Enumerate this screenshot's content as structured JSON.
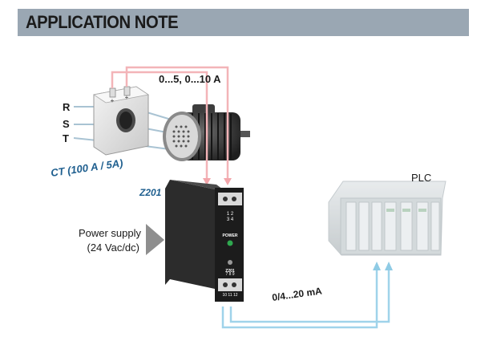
{
  "header": {
    "title": "APPLICATION NOTE"
  },
  "labels": {
    "current_range": "0...5, 0...10 A",
    "phase_r": "R",
    "phase_s": "S",
    "phase_t": "T",
    "ct": "CT (100 A / 5A)",
    "device": "Z201",
    "power_supply_line1": "Power supply",
    "power_supply_line2": "(24 Vac/dc)",
    "plc": "PLC",
    "output": "0/4...20 mA",
    "term_top_a": "1 2",
    "term_top_b": "3 4",
    "term_bot_a": "7 8 9",
    "term_bot_b": "10 11 12",
    "power_led": "POWER",
    "device_face": "Z201"
  },
  "colors": {
    "header_bg": "#9aa7b3",
    "current_wire": "#f3b4b8",
    "signal_wire": "#9fd3ea",
    "phase_wire": "#a9c3d3",
    "label_blue": "#1f5f8f"
  }
}
